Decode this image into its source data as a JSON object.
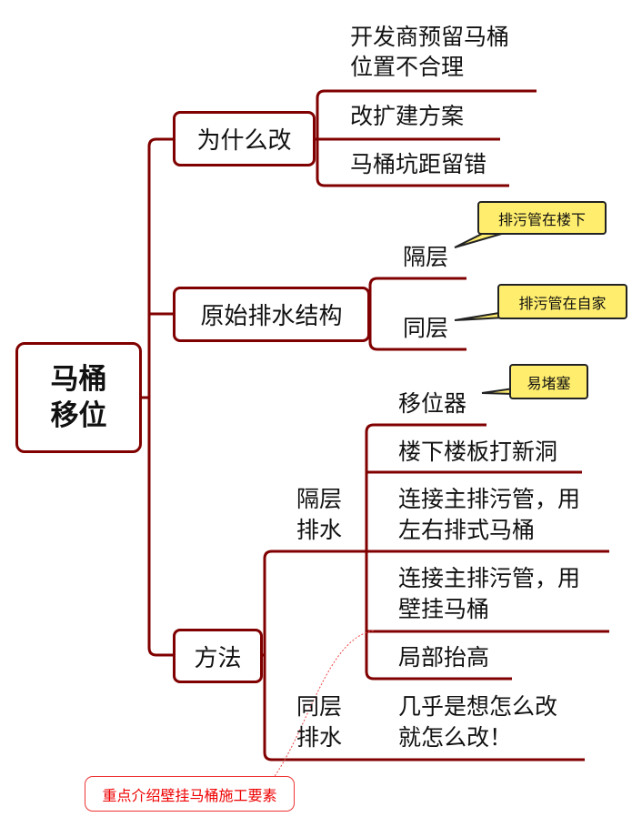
{
  "root": {
    "line1": "马桶",
    "line2": "移位"
  },
  "why": {
    "label": "为什么改",
    "items": [
      {
        "line1": "开发商预留马桶",
        "line2": "位置不合理"
      },
      {
        "line1": "改扩建方案"
      },
      {
        "line1": "马桶坑距留错"
      }
    ]
  },
  "structure": {
    "label": "原始排水结构",
    "items": [
      {
        "label": "隔层",
        "callout": "排污管在楼下"
      },
      {
        "label": "同层",
        "callout": "排污管在自家"
      }
    ]
  },
  "method": {
    "label": "方法",
    "separate": {
      "line1": "隔层",
      "line2": "排水",
      "items": [
        {
          "line1": "移位器",
          "callout": "易堵塞"
        },
        {
          "line1": "楼下楼板打新洞"
        },
        {
          "line1": "连接主排污管，用",
          "line2": "左右排式马桶"
        },
        {
          "line1": "连接主排污管，用",
          "line2": "壁挂马桶"
        },
        {
          "line1": "局部抬高"
        }
      ]
    },
    "same": {
      "line1": "同层",
      "line2": "排水",
      "item": {
        "line1": "几乎是想怎么改",
        "line2": "就怎么改！"
      }
    }
  },
  "note": "重点介绍壁挂马桶施工要素",
  "colors": {
    "line": "#800000",
    "callout": "#ffee6e",
    "note": "#e00000"
  }
}
